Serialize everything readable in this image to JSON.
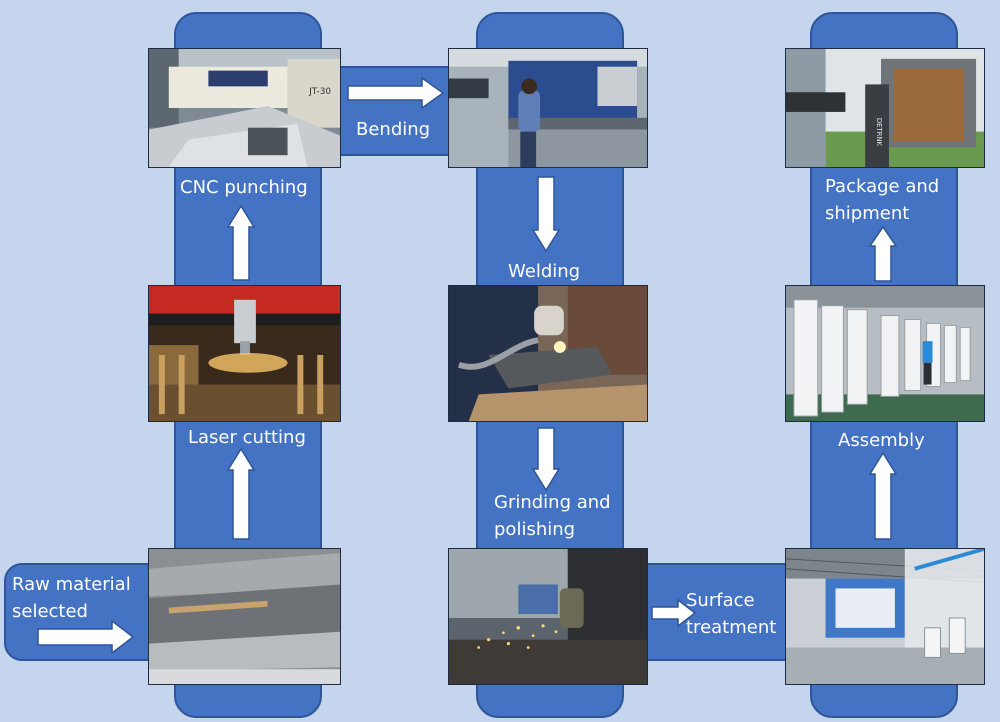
{
  "steps": {
    "raw_material": "Raw material\nselected",
    "laser_cutting": "Laser cutting",
    "cnc_punching": "CNC punching",
    "bending": "Bending",
    "welding": "Welding",
    "grinding": "Grinding and\npolishing",
    "surface": "Surface\ntreatment",
    "assembly": "Assembly",
    "package": "Package and\nshipment"
  },
  "machine_label": "JT-30",
  "machine_brand": "DETRNK",
  "colors": {
    "background": "#c5d5ee",
    "flow": "#4473c4",
    "flow_border": "#2f5597",
    "arrow": "#ffffff"
  }
}
